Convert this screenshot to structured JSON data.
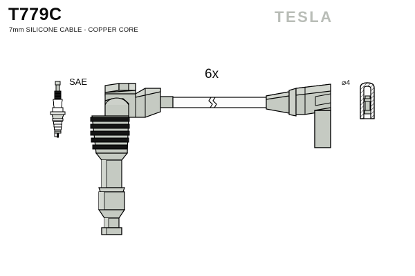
{
  "header": {
    "part_number": "T779C",
    "subtitle": "7mm SILICONE CABLE - COPPER CORE",
    "brand": "TESLA"
  },
  "annotations": {
    "spark_plug_standard": "SAE",
    "quantity": "6x",
    "diameter": "⌀4"
  },
  "colors": {
    "body_fill": "#c5cac2",
    "body_fill_light": "#d2d6cf",
    "cable_fill": "#fbfbfb",
    "outline": "#000000",
    "rib_dark": "#111111",
    "logo_gray": "#b9bdb7",
    "background": "#ffffff"
  },
  "diagram": {
    "title": "ignition-cable-set-technical-drawing",
    "components": [
      {
        "name": "spark-plug-reference-icon",
        "label": "SAE"
      },
      {
        "name": "plug-end-elbow-boot",
        "label": ""
      },
      {
        "name": "ribbed-boot-section",
        "label": ""
      },
      {
        "name": "boot-shaft",
        "label": ""
      },
      {
        "name": "ignition-cable",
        "label": "6x"
      },
      {
        "name": "coil-end-angled-boot",
        "label": ""
      },
      {
        "name": "terminal-cross-section",
        "label": "⌀4"
      }
    ]
  }
}
